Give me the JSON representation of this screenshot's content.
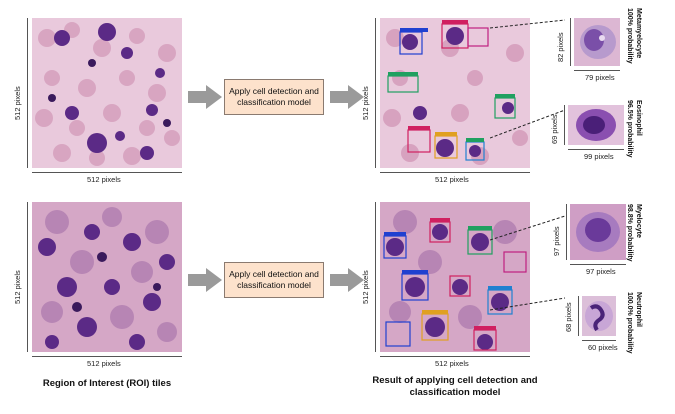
{
  "process_box": {
    "top_label": "Apply cell detection and classification model",
    "bottom_label": "Apply cell detection and classification model"
  },
  "tiles": {
    "width_label": "512 pixels",
    "height_label": "512 pixels"
  },
  "captions": {
    "left": "Region of Interest (ROI) tiles",
    "right": "Result of applying cell detection and classification model"
  },
  "crops": [
    {
      "class": "Metamyelocyte",
      "probability": "100% probability",
      "width_label": "79 pixels",
      "height_label": "82 pixels"
    },
    {
      "class": "Eosinophil",
      "probability": "96.5% probability",
      "width_label": "99 pixels",
      "height_label": "69 pixels"
    },
    {
      "class": "Myelocyte",
      "probability": "98.8% probability",
      "width_label": "97 pixels",
      "height_label": "97 pixels"
    },
    {
      "class": "Neutrophil",
      "probability": "100.0% probability",
      "width_label": "60 pixels",
      "height_label": "68 pixels"
    }
  ],
  "colors": {
    "box_fill": "#fde2cc",
    "arrow": "#9a9a9a",
    "background_pink": "#e8c4d8",
    "cell_purple": "#5b2a86"
  }
}
